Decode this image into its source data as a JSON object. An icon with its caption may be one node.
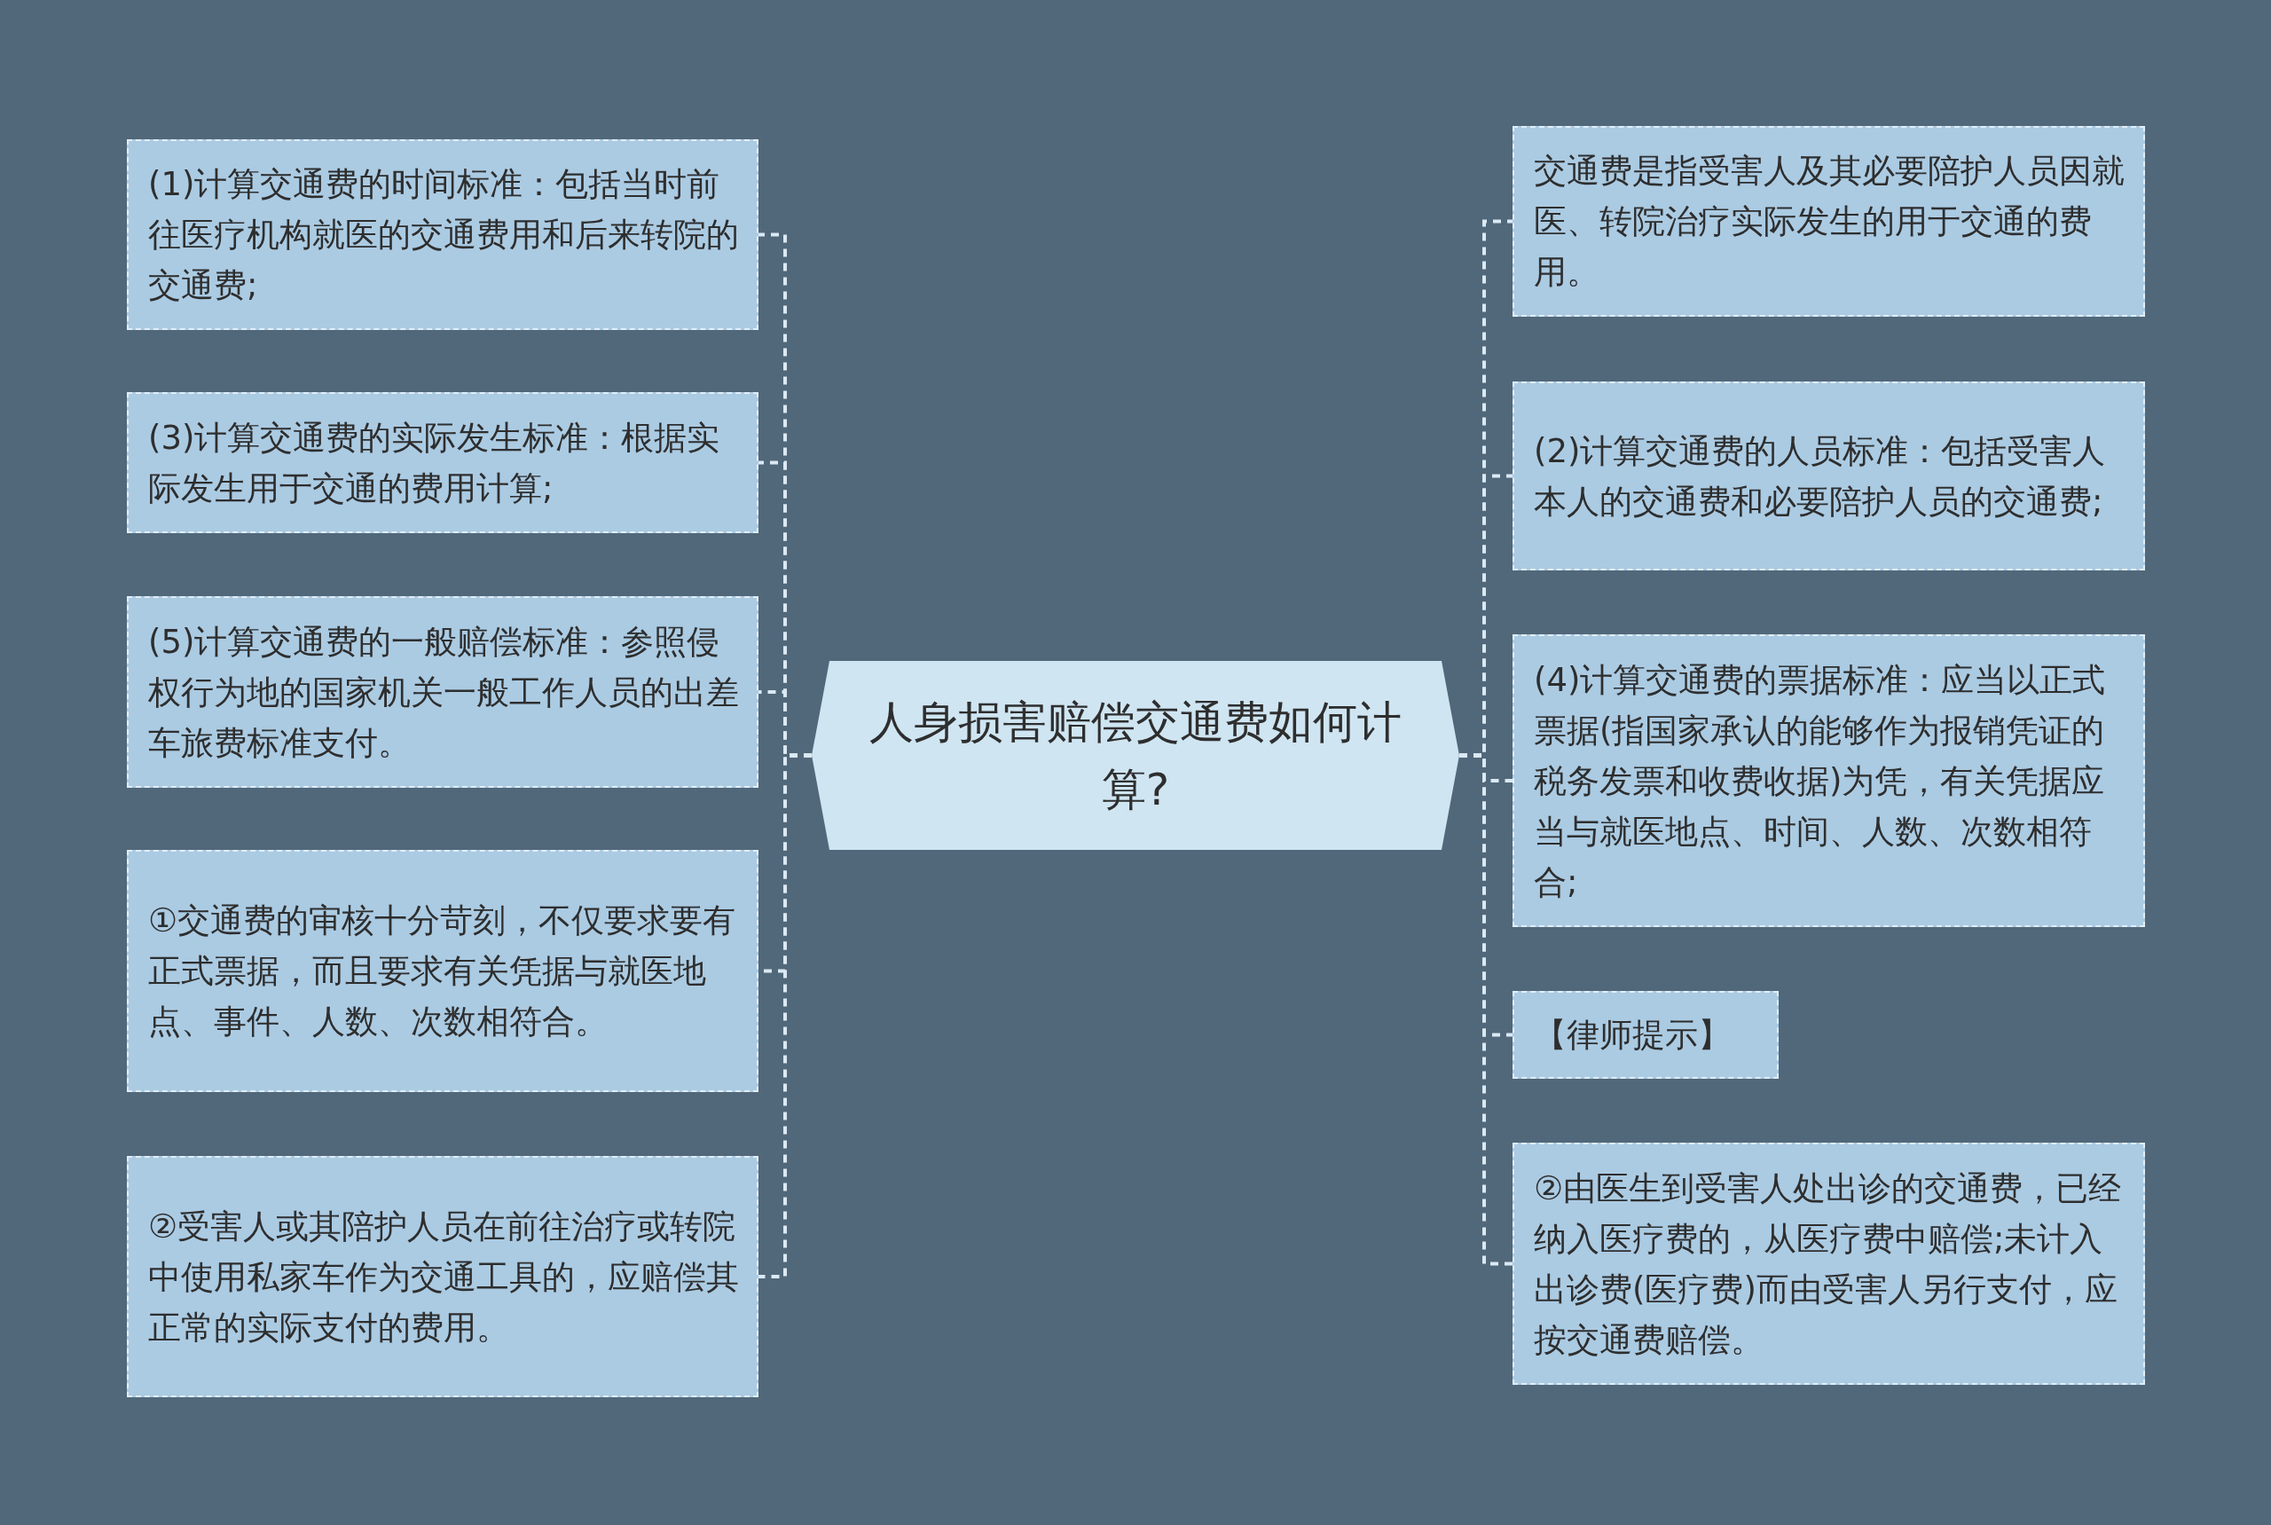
{
  "diagram": {
    "nodes": [
      {
        "text": [
          "人身损害赔偿交通费如何计算?"
        ]
      },
      {
        "text": [
          "(1)计算交通费的时间标准：包括当时前往医疗机构就医的交通费用和后来转院的交通费;"
        ]
      },
      {
        "text": [
          "(3)计算交通费的实际发生标准：根据实际发生用于交通的费用计算;"
        ]
      },
      {
        "text": [
          "(5)计算交通费的一般赔偿标准：参照侵权行为地的国家机关一般工作人员的出差车旅费标准支付。"
        ]
      },
      {
        "text": [
          "①交通费的审核十分苛刻，不仅要求要有正式票据，而且要求有关凭据与就医地点、事件、人数、次数相符合。"
        ]
      },
      {
        "text": [
          "②受害人或其陪护人员在前往治疗或转院中使用私家车作为交通工具的，应赔偿其正常的实际支付的费用。"
        ]
      },
      {
        "text": [
          "交通费是指受害人及其必要陪护人员因就医、转院治疗实际发生的用于交通的费用。"
        ]
      },
      {
        "text": [
          "(2)计算交通费的人员标准：包括受害人本人的交通费和必要陪护人员的交通费;"
        ]
      },
      {
        "text": [
          "(4)计算交通费的票据标准：应当以正式票据(指国家承认的能够作为报销凭证的税务发票和收费收据)为凭，有关凭据应当与就医地点、时间、人数、次数相符合;"
        ]
      },
      {
        "text": [
          "【律师提示】"
        ]
      },
      {
        "text": [
          "②由医生到受害人处出诊的交通费，已经纳入医疗费的，从医疗费中赔偿;未计入出诊费(医疗费)而由受害人另行支付，应按交通费赔偿。"
        ]
      }
    ],
    "edges": [
      {
        "from": 0,
        "to": 1,
        "arrow": "none",
        "style": "dashed"
      },
      {
        "from": 0,
        "to": 2,
        "arrow": "none",
        "style": "dashed"
      },
      {
        "from": 0,
        "to": 3,
        "arrow": "none",
        "style": "dashed"
      },
      {
        "from": 0,
        "to": 4,
        "arrow": "none",
        "style": "dashed"
      },
      {
        "from": 0,
        "to": 5,
        "arrow": "none",
        "style": "dashed"
      },
      {
        "from": 0,
        "to": 6,
        "arrow": "none",
        "style": "dashed"
      },
      {
        "from": 0,
        "to": 7,
        "arrow": "none",
        "style": "dashed"
      },
      {
        "from": 0,
        "to": 8,
        "arrow": "none",
        "style": "dashed"
      },
      {
        "from": 0,
        "to": 9,
        "arrow": "none",
        "style": "dashed"
      },
      {
        "from": 0,
        "to": 10,
        "arrow": "none",
        "style": "dashed"
      }
    ]
  }
}
